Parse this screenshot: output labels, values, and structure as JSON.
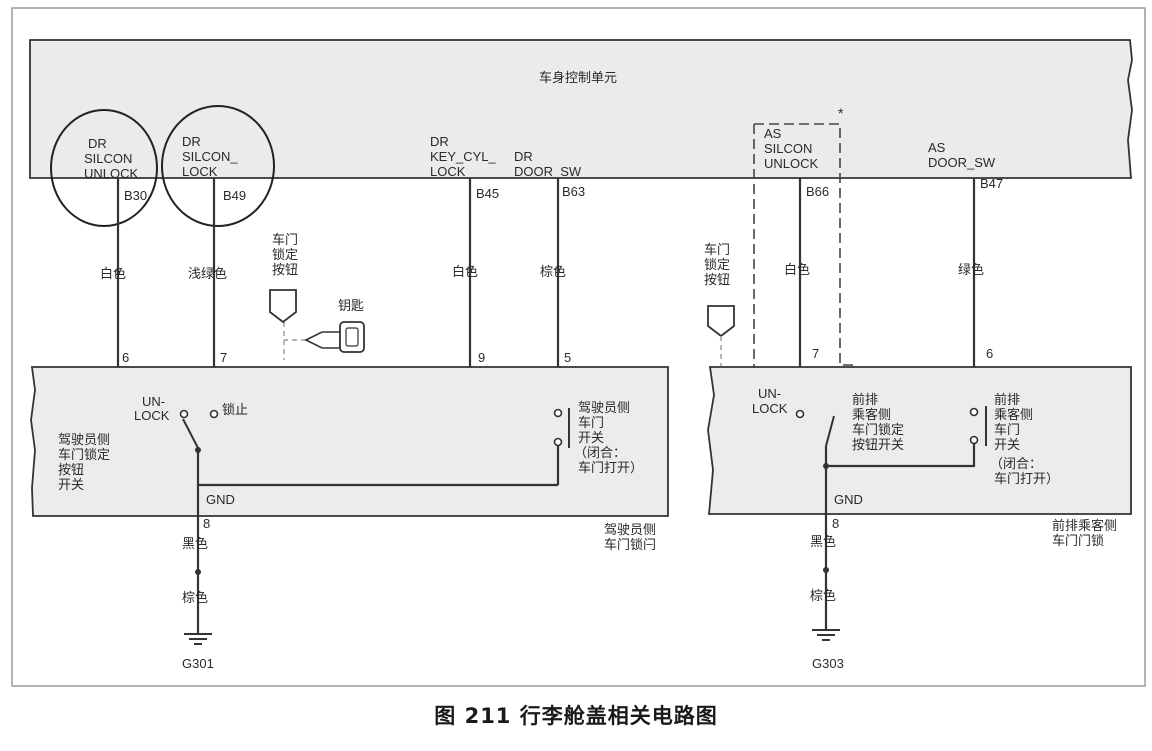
{
  "bcm": {
    "title": "车身控制单元"
  },
  "bcm_pins": [
    {
      "id": "dr_silcon_unlock",
      "label": [
        "DR",
        "SILCON",
        "UNLOCK"
      ],
      "pin": "B30",
      "wire": "白色",
      "lock_pin": "6"
    },
    {
      "id": "dr_silcon_lock",
      "label": [
        "DR",
        "SILCON_",
        "LOCK"
      ],
      "pin": "B49",
      "wire": "浅绿色",
      "lock_pin": "7"
    },
    {
      "id": "dr_key_cyl_lock",
      "label": [
        "DR",
        "KEY_CYL_",
        "LOCK"
      ],
      "pin": "B45",
      "wire": "白色",
      "lock_pin": "9"
    },
    {
      "id": "dr_door_sw",
      "label": [
        "DR",
        "DOOR_SW"
      ],
      "pin": "B63",
      "wire": "棕色",
      "lock_pin": "5"
    },
    {
      "id": "as_silcon_unlock",
      "label": [
        "AS",
        "SILCON",
        "UNLOCK"
      ],
      "pin": "B66",
      "wire": "白色",
      "lock_pin": "7"
    },
    {
      "id": "as_door_sw",
      "label": [
        "AS",
        "DOOR_SW"
      ],
      "pin": "B47",
      "wire": "绿色",
      "lock_pin": "6"
    }
  ],
  "star_mark": "*",
  "driver_lock": {
    "title": [
      "驾驶员侧",
      "车门锁闩"
    ],
    "lock_button_switch": [
      "驾驶员侧",
      "车门锁定",
      "按钮",
      "开关"
    ],
    "unlock_label": [
      "UN-",
      "LOCK"
    ],
    "lock_label": "锁止",
    "door_switch": [
      "驾驶员侧",
      "车门",
      "开关"
    ],
    "door_switch_note": [
      "（闭合：",
      "车门打开）"
    ],
    "gnd": "GND",
    "gnd_pin": "8",
    "wire1": "黑色",
    "wire2": "棕色",
    "ground": "G301",
    "knob_label": [
      "车门",
      "锁定",
      "按钮"
    ],
    "key_label": "钥匙"
  },
  "passenger_lock": {
    "title": [
      "前排乘客侧",
      "车门门锁"
    ],
    "unlock_label": [
      "UN-",
      "LOCK"
    ],
    "lock_button_switch": [
      "前排",
      "乘客侧",
      "车门锁定",
      "按钮开关"
    ],
    "door_switch": [
      "前排",
      "乘客侧",
      "车门",
      "开关"
    ],
    "door_switch_note": [
      "（闭合：",
      "车门打开）"
    ],
    "gnd": "GND",
    "gnd_pin": "8",
    "wire1": "黑色",
    "wire2": "棕色",
    "ground": "G303",
    "knob_label": [
      "车门",
      "锁定",
      "按钮"
    ]
  },
  "caption": "图 211  行李舱盖相关电路图"
}
